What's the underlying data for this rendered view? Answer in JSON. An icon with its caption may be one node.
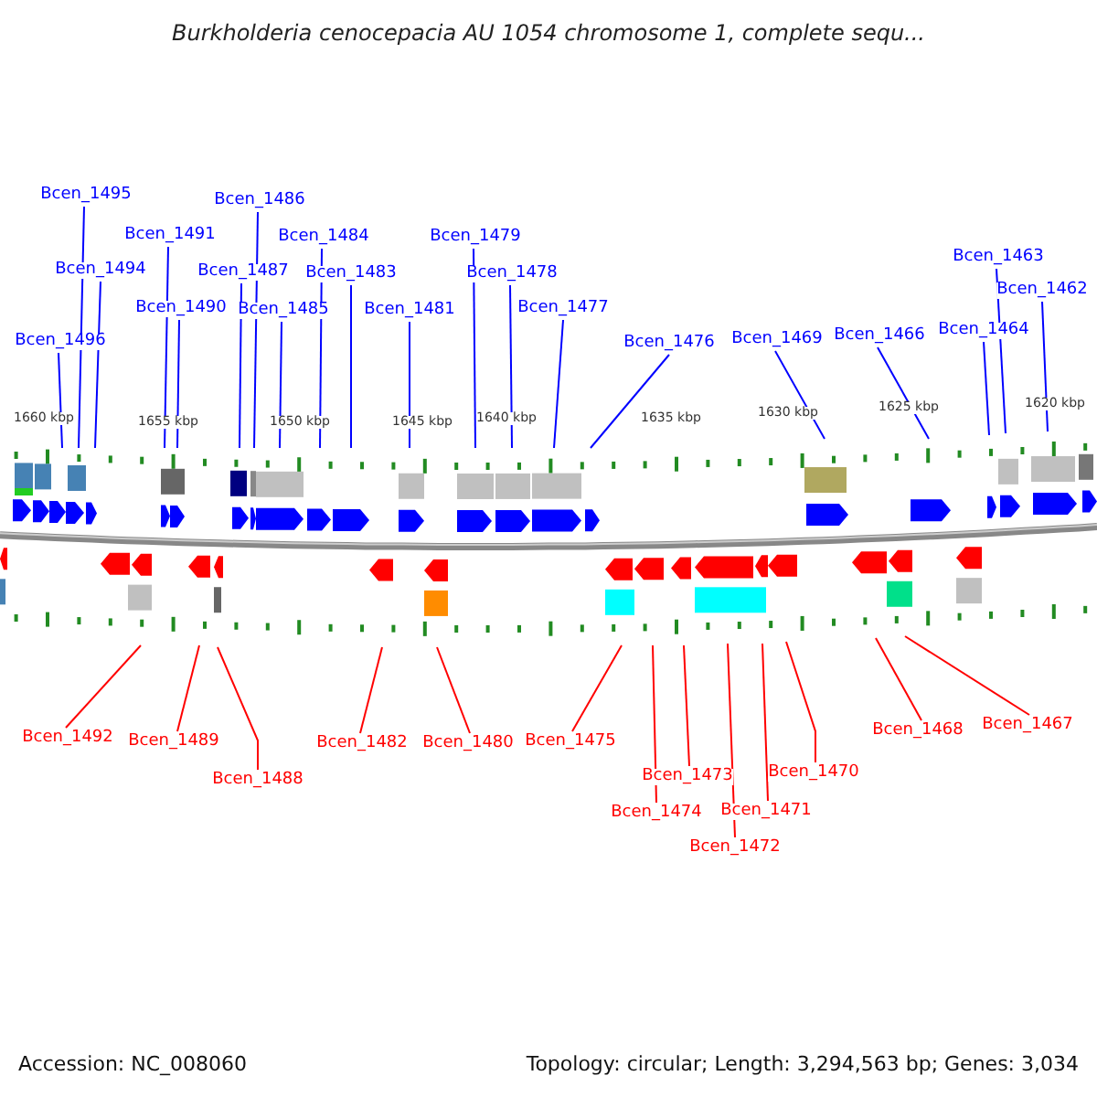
{
  "diagram": {
    "title": "Burkholderia cenocepacia AU 1054 chromosome 1, complete sequ...",
    "nodes": [
      {
        "text": [
          "Bcen_1495"
        ]
      },
      {
        "text": [
          "Bcen_1486"
        ]
      },
      {
        "text": [
          "Bcen_1491"
        ]
      },
      {
        "text": [
          "Bcen_1484"
        ]
      },
      {
        "text": [
          "Bcen_1479"
        ]
      },
      {
        "text": [
          "Bcen_1463"
        ]
      },
      {
        "text": [
          "Bcen_1494"
        ]
      },
      {
        "text": [
          "Bcen_1487"
        ]
      },
      {
        "text": [
          "Bcen_1483"
        ]
      },
      {
        "text": [
          "Bcen_1478"
        ]
      },
      {
        "text": [
          "Bcen_1462"
        ]
      },
      {
        "text": [
          "Bcen_1490"
        ]
      },
      {
        "text": [
          "Bcen_1485"
        ]
      },
      {
        "text": [
          "Bcen_1481"
        ]
      },
      {
        "text": [
          "Bcen_1477"
        ]
      },
      {
        "text": [
          "Bcen_1464"
        ]
      },
      {
        "text": [
          "Bcen_1496"
        ]
      },
      {
        "text": [
          "Bcen_1476"
        ]
      },
      {
        "text": [
          "Bcen_1469"
        ]
      },
      {
        "text": [
          "Bcen_1466"
        ]
      },
      {
        "text": [
          "Bcen_1467"
        ]
      },
      {
        "text": [
          "Bcen_1468"
        ]
      },
      {
        "text": [
          "Bcen_1492"
        ]
      },
      {
        "text": [
          "Bcen_1489"
        ]
      },
      {
        "text": [
          "Bcen_1475"
        ]
      },
      {
        "text": [
          "Bcen_1482"
        ]
      },
      {
        "text": [
          "Bcen_1480"
        ]
      },
      {
        "text": [
          "Bcen_1470"
        ]
      },
      {
        "text": [
          "Bcen_1473"
        ]
      },
      {
        "text": [
          "Bcen_1488"
        ]
      },
      {
        "text": [
          "Bcen_1474"
        ]
      },
      {
        "text": [
          "Bcen_1471"
        ]
      },
      {
        "text": [
          "Bcen_1472"
        ]
      }
    ],
    "edges": [
      {
        "from": 0,
        "to": null,
        "arrow": "none"
      },
      {
        "from": 1,
        "to": null,
        "arrow": "none"
      },
      {
        "from": 2,
        "to": null,
        "arrow": "none"
      },
      {
        "from": 3,
        "to": null,
        "arrow": "none"
      },
      {
        "from": 4,
        "to": null,
        "arrow": "none"
      },
      {
        "from": 5,
        "to": null,
        "arrow": "none"
      },
      {
        "from": 6,
        "to": null,
        "arrow": "none"
      },
      {
        "from": 7,
        "to": null,
        "arrow": "none"
      },
      {
        "from": 8,
        "to": null,
        "arrow": "none"
      },
      {
        "from": 9,
        "to": null,
        "arrow": "none"
      },
      {
        "from": 10,
        "to": null,
        "arrow": "none"
      },
      {
        "from": 11,
        "to": null,
        "arrow": "none"
      },
      {
        "from": 12,
        "to": null,
        "arrow": "none"
      },
      {
        "from": 13,
        "to": null,
        "arrow": "none"
      },
      {
        "from": 14,
        "to": null,
        "arrow": "none"
      },
      {
        "from": 15,
        "to": null,
        "arrow": "none"
      },
      {
        "from": 16,
        "to": null,
        "arrow": "none"
      },
      {
        "from": 17,
        "to": null,
        "arrow": "none"
      },
      {
        "from": 18,
        "to": null,
        "arrow": "none"
      },
      {
        "from": 19,
        "to": null,
        "arrow": "none"
      },
      {
        "from": 20,
        "to": null,
        "arrow": "none",
        "color": "#ff0000"
      },
      {
        "from": 21,
        "to": null,
        "arrow": "none",
        "color": "#ff0000"
      },
      {
        "from": 22,
        "to": null,
        "arrow": "none",
        "color": "#ff0000"
      },
      {
        "from": 23,
        "to": null,
        "arrow": "none",
        "color": "#ff0000"
      },
      {
        "from": 24,
        "to": null,
        "arrow": "none",
        "color": "#ff0000"
      },
      {
        "from": 25,
        "to": null,
        "arrow": "none",
        "color": "#ff0000"
      },
      {
        "from": 26,
        "to": null,
        "arrow": "none",
        "color": "#ff0000"
      },
      {
        "from": 27,
        "to": null,
        "arrow": "none",
        "color": "#ff0000"
      },
      {
        "from": 28,
        "to": null,
        "arrow": "none",
        "color": "#ff0000"
      },
      {
        "from": 29,
        "to": null,
        "arrow": "none",
        "color": "#ff0000"
      },
      {
        "from": 30,
        "to": null,
        "arrow": "none",
        "color": "#ff0000"
      },
      {
        "from": 31,
        "to": null,
        "arrow": "none",
        "color": "#ff0000"
      },
      {
        "from": 32,
        "to": null,
        "arrow": "none",
        "color": "#ff0000"
      }
    ],
    "labels": [
      "1660 kbp",
      "1655 kbp",
      "1650 kbp",
      "1645 kbp",
      "1640 kbp",
      "1635 kbp",
      "1630 kbp",
      "1625 kbp",
      "1620 kbp",
      "Accession: NC_008060",
      "Topology: circular; Length: 3,294,563 bp; Genes: 3,034"
    ]
  }
}
